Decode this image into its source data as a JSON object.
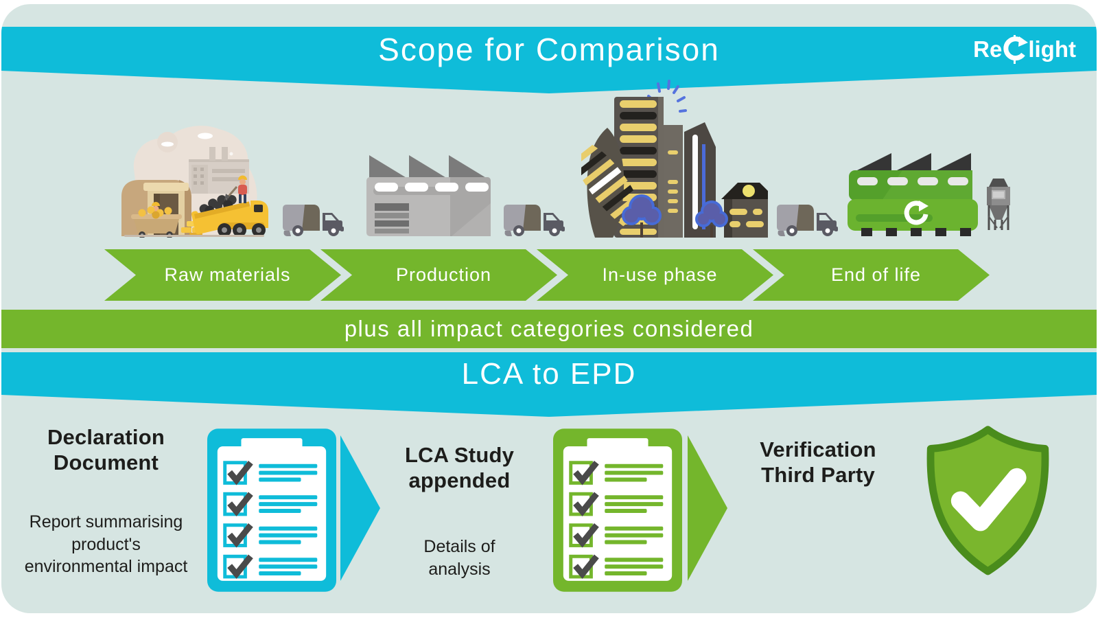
{
  "colors": {
    "cyan": "#0fbcd9",
    "green": "#74b62c",
    "green_dark": "#4a8c1c",
    "background": "#d6e5e2",
    "text": "#1d1d1b",
    "checkmark_gray": "#4a4a4a",
    "truck_gray": "#5a5a63",
    "illustration_yellow": "#f5c133"
  },
  "header": {
    "title": "Scope for Comparison",
    "logo_pre": "Re",
    "logo_post": "light",
    "logo_icon": "recycle-o-icon"
  },
  "lifecycle": {
    "stages": [
      {
        "label": "Raw materials",
        "icon": "mining-scene-illustration"
      },
      {
        "label": "Production",
        "icon": "factory-illustration"
      },
      {
        "label": "In-use phase",
        "icon": "city-illustration"
      },
      {
        "label": "End of life",
        "icon": "recycling-plant-illustration"
      }
    ],
    "transport_icon": "transport-truck-icon",
    "impact_banner": "plus all impact categories considered"
  },
  "lca_section": {
    "title": "LCA to EPD",
    "steps": [
      {
        "heading": "Declaration Document",
        "description": "Report summarising product's environmental impact",
        "icon": "checklist-clipboard-cyan"
      },
      {
        "heading": "LCA Study appended",
        "description": "Details of analysis",
        "icon": "checklist-clipboard-green"
      },
      {
        "heading": "Verification Third Party",
        "description": "",
        "icon": "shield-check-icon"
      }
    ]
  }
}
